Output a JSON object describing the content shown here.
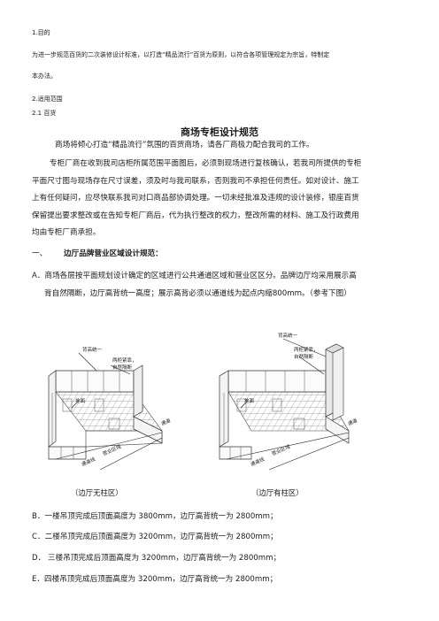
{
  "section1": {
    "heading": "1.目的",
    "text_line1": "为进一步规范百货的二次装修设计标准，以打造“精品流行”百货为原则，以符合各项管理规定为宗旨，特制定",
    "text_line2": "本办法。"
  },
  "section2": {
    "heading": "2.适用范围",
    "sub": "2.1 百货"
  },
  "doc_title": "商场专柜设计规范",
  "intro": "商场将倾心打造“精品流行”氛围的百货商场，请各厂商极力配合我司的工作。",
  "para": [
    "专柜厂商在收到我司店柜所属范围平面图后，必须到现场进行复核确认，若我司所提供的专柜",
    "平面尺寸图与现场存在尺寸误差，须及时与我司联系，否则我司不承担任何责任。如对设计、施工",
    "上有任何疑问，应尽快联系我司对口商品部协调处理。一切未经批准及违规的设计装修，银座百货",
    "保留提出要求整改或在告知专柜厂商后，代为执行整改的权力，整改所需的材料、施工及行政费用",
    "均由专柜厂商承担。"
  ],
  "section_one": {
    "num": "一、",
    "title": "边厅品牌营业区域设计规范："
  },
  "item_a": {
    "line1": "A．商场各层按平面规划设计确定的区域进行公共通道区域和营业区区分。品牌边厅均采用展示高",
    "line2": "背自然隔断，边厅高背统一高度；展示高背必须以通道线为起点内缩800mm。（参考下图）"
  },
  "figure_labels": {
    "height_unified": "背高统一",
    "two_cabinets": "两柜紧靠，",
    "natural_partition": "自然隔断",
    "floor": "地面",
    "aisle": "通道",
    "channel_line": "通道线",
    "sales_area": "营业区域"
  },
  "captions": {
    "left": "（边厅无柱区）",
    "right": "（边厅有柱区）"
  },
  "items": [
    "B．一楼吊顶完成后顶面高度为 3800mm，边厅高背统一为 2800mm；",
    "C．二楼吊顶完成后顶面高度为 3200mm，边厅高背统一为 2800mm；",
    "D．      三楼吊顶完成后顶面高度为 3200mm，边厅高背统一为 2800mm；",
    "E．四楼吊顶完成后顶面高度为 3200mm，边厅高背统一为 2800mm；"
  ]
}
